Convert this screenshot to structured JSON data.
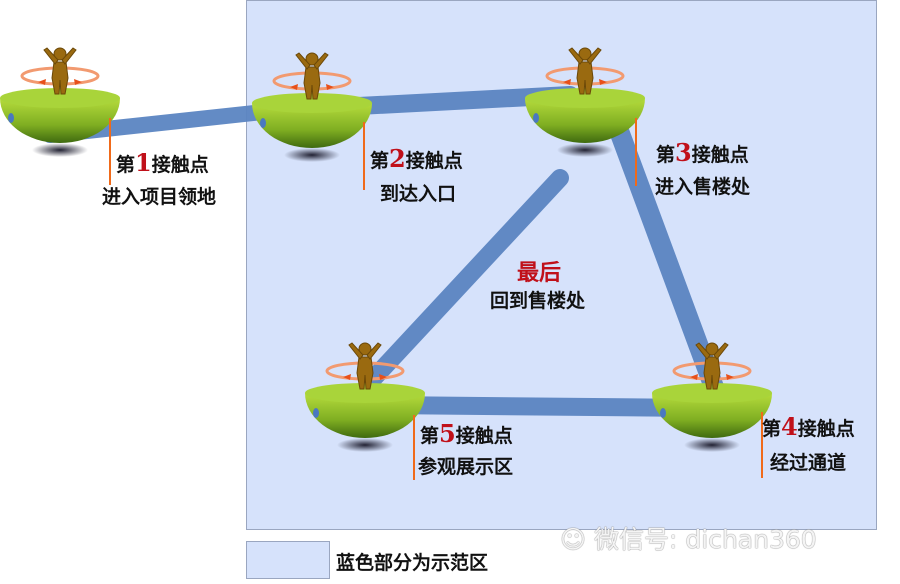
{
  "touchpoints": [
    {
      "prefix": "第",
      "num": "1",
      "suffix": "接触点",
      "desc": "进入项目领地"
    },
    {
      "prefix": "第",
      "num": "2",
      "suffix": "接触点",
      "desc": "到达入口"
    },
    {
      "prefix": "第",
      "num": "3",
      "suffix": "接触点",
      "desc": "进入售楼处"
    },
    {
      "prefix": "第",
      "num": "4",
      "suffix": "接触点",
      "desc": "经过通道"
    },
    {
      "prefix": "第",
      "num": "5",
      "suffix": "接触点",
      "desc": "参观展示区"
    }
  ],
  "final": {
    "title": "最后",
    "desc": "回到售楼处"
  },
  "legend": {
    "label": "蓝色部分为示范区"
  },
  "watermark": "微信号: dichan360",
  "colors": {
    "zone": "#d6e2fb",
    "beam": "#5b85c2",
    "platform": "#8cbf2a",
    "accent": "#c0101a",
    "stick": "#f06a1a"
  }
}
